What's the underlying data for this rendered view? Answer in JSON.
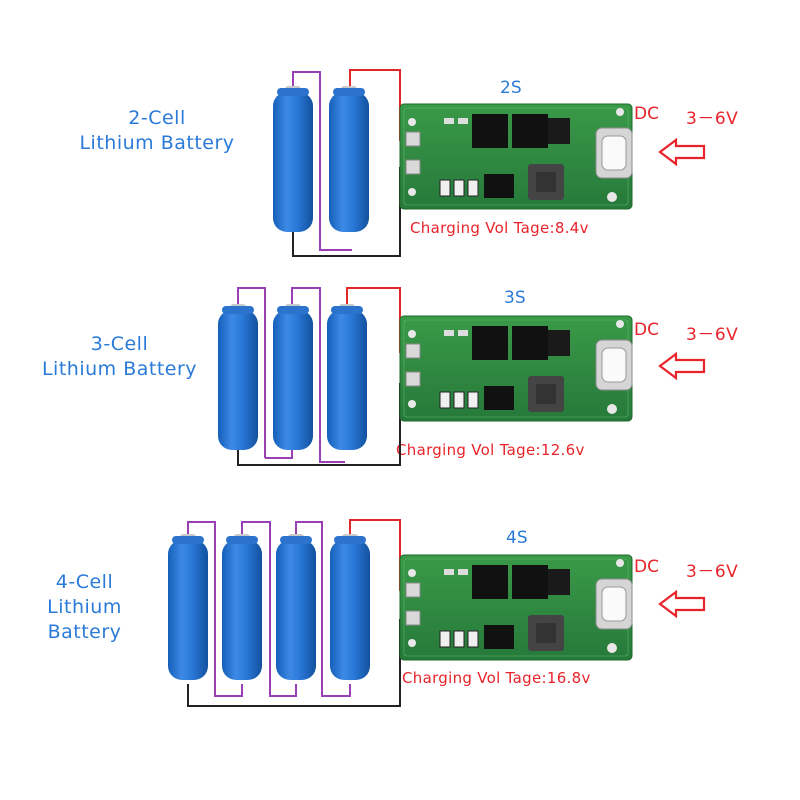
{
  "rows": [
    {
      "cells_label": [
        "2-Cell",
        "Lithium Battery"
      ],
      "series": "2S",
      "dc": "DC",
      "voltage_in": "3－6V",
      "charging": "Charging Vol Tage:8.4v"
    },
    {
      "cells_label": [
        "3-Cell",
        "Lithium Battery"
      ],
      "series": "3S",
      "dc": "DC",
      "voltage_in": "3－6V",
      "charging": "Charging Vol Tage:12.6v"
    },
    {
      "cells_label": [
        "4-Cell",
        "Lithium",
        "Battery"
      ],
      "series": "4S",
      "dc": "DC",
      "voltage_in": "3－6V",
      "charging": "Charging Vol Tage:16.8v"
    }
  ],
  "colors": {
    "label_blue": "#2a7ad8",
    "label_red": "#e8242a",
    "battery_blue": "#1f6fd0",
    "pcb_green": "#2e8b3c",
    "wire_purple": "#9b3fb5",
    "wire_red": "#e0282a",
    "wire_black": "#222222"
  },
  "icons": [
    "battery-icon",
    "pcb-board-icon",
    "usb-c-port-icon",
    "arrow-left-icon"
  ]
}
